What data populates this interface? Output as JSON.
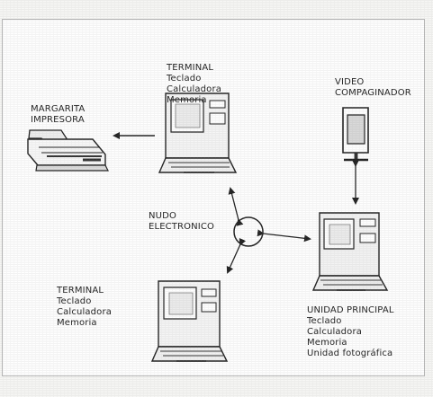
{
  "diagram": {
    "nodes": {
      "terminal_top": {
        "title": "TERMINAL",
        "items": [
          "Teclado",
          "Calculadora",
          "Memoria"
        ]
      },
      "printer": {
        "title": "MARGARITA",
        "subtitle": "IMPRESORA"
      },
      "video": {
        "title": "VIDEO",
        "subtitle": "COMPAGINADOR"
      },
      "hub": {
        "title": "NUDO",
        "subtitle": "ELECTRONICO"
      },
      "terminal_bottom": {
        "title": "TERMINAL",
        "items": [
          "Teclado",
          "Calculadora",
          "Memoria"
        ]
      },
      "main_unit": {
        "title": "UNIDAD PRINCIPAL",
        "items": [
          "Teclado",
          "Calculadora",
          "Memoria",
          "Unidad fotográfica"
        ]
      }
    },
    "colors": {
      "line": "#222222",
      "light_fill": "#ffffff",
      "gray_fill": "#e8e8e8",
      "dark_fill": "#333333"
    },
    "icons": {
      "terminal": "computer-terminal-icon",
      "printer": "printer-icon",
      "video": "video-editor-icon",
      "hub": "electronic-node-icon"
    }
  }
}
